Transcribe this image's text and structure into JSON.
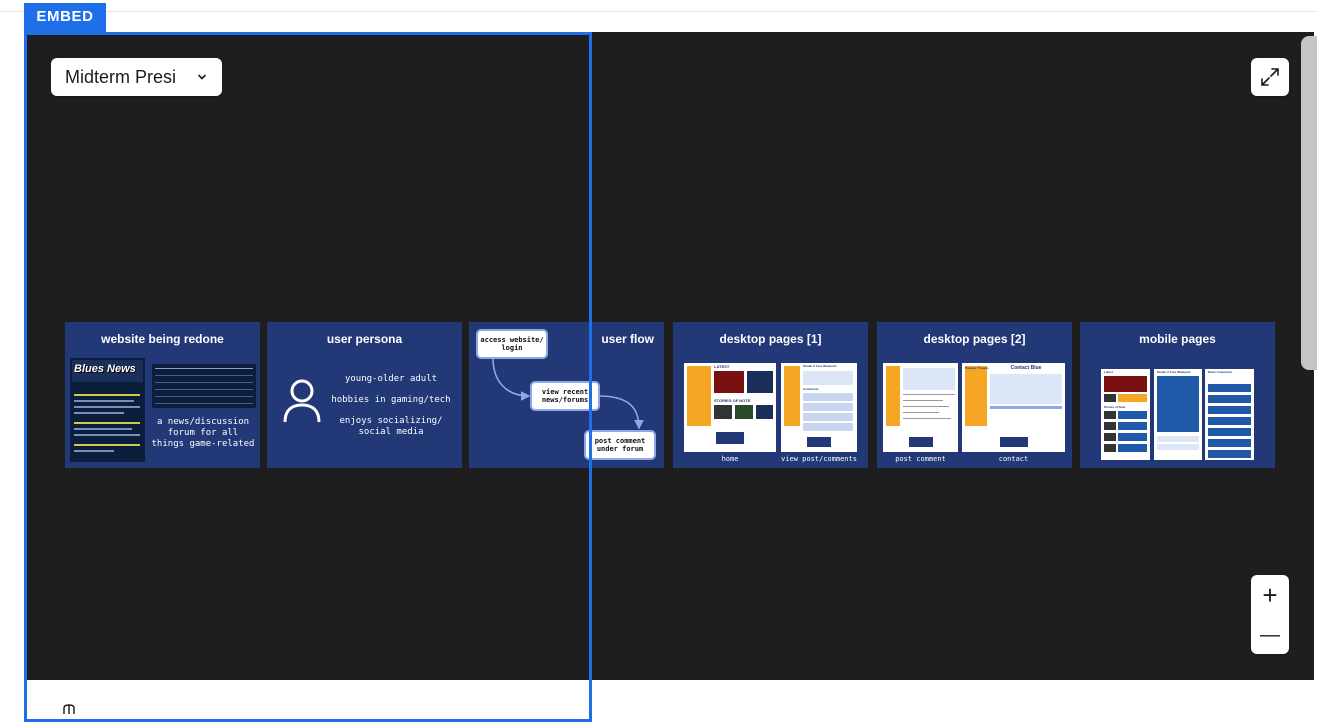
{
  "embed_label": "EMBED",
  "frame_selector": {
    "label": "Midterm Presi"
  },
  "controls": {
    "zoom_in": "+",
    "zoom_out": "—"
  },
  "slides": [
    {
      "title": "website being redone",
      "logo_text": "Blues News",
      "caption": [
        "a news/discussion",
        "forum for all",
        "things game-related"
      ]
    },
    {
      "title": "user persona",
      "lines": [
        "young-older adult",
        "hobbies in gaming/tech",
        "enjoys socializing/",
        "social media"
      ]
    },
    {
      "title": "user flow",
      "steps": [
        [
          "access website/",
          "login"
        ],
        [
          "view recent",
          "news/forums"
        ],
        [
          "post comment",
          "under forum"
        ]
      ]
    },
    {
      "title": "desktop pages [1]",
      "labels": [
        "home",
        "view post/comments"
      ],
      "thumb_headings": [
        "LATEST",
        "STORIES OF NOTE",
        "Studio X Free Weekend",
        "Comments"
      ]
    },
    {
      "title": "desktop pages [2]",
      "labels": [
        "post comment",
        "contact"
      ],
      "thumb_headings": [
        "Contact Blue",
        "Popular Threads"
      ]
    },
    {
      "title": "mobile pages",
      "thumb_headings": [
        "Latest",
        "Stories of Note",
        "Studio X Free Weekend",
        "News Comments"
      ]
    }
  ],
  "colors": {
    "accent": "#1e6fe8",
    "slide_bg": "#233876",
    "canvas_bg": "#1e1e1e",
    "highlight": "#f5a623"
  }
}
